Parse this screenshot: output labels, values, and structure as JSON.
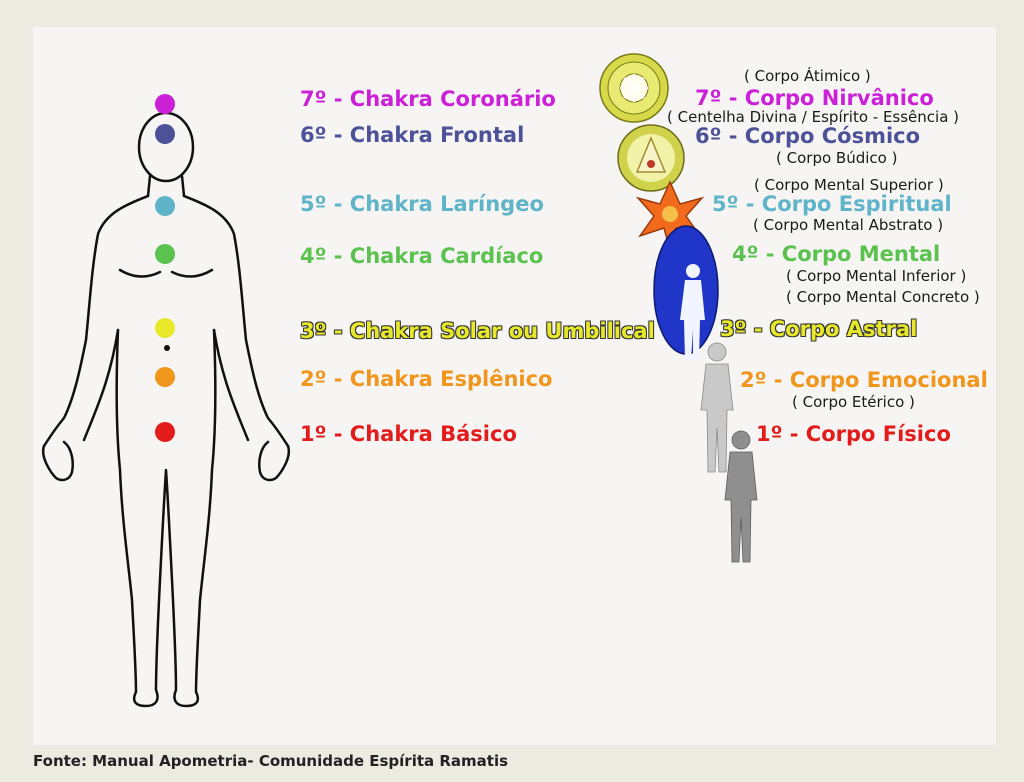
{
  "chakras": [
    {
      "label": "7º - Chakra Coronário",
      "color": "#cc1fd8"
    },
    {
      "label": "6º - Chakra Frontal",
      "color": "#4d5298"
    },
    {
      "label": "5º - Chakra Laríngeo",
      "color": "#5fb4c8"
    },
    {
      "label": "4º - Chakra Cardíaco",
      "color": "#5cc24f"
    },
    {
      "label": "3º - Chakra Solar ou Umbilical",
      "color": "#e8e82b"
    },
    {
      "label": "2º - Chakra Esplênico",
      "color": "#f0961c"
    },
    {
      "label": "1º - Chakra Básico",
      "color": "#e31b1b"
    }
  ],
  "bodies": [
    {
      "label": "7º - Corpo Nirvânico",
      "color": "#cc1fd8"
    },
    {
      "label": "6º - Corpo Cósmico",
      "color": "#4d5298"
    },
    {
      "label": "5º - Corpo Espiritual",
      "color": "#5fb4c8"
    },
    {
      "label": "4º - Corpo Mental",
      "color": "#5cc24f"
    },
    {
      "label": "3º - Corpo Astral",
      "color": "#e8e82b"
    },
    {
      "label": "2º - Corpo Emocional",
      "color": "#f0961c"
    },
    {
      "label": "1º - Corpo Físico",
      "color": "#e31b1b"
    }
  ],
  "notes": {
    "atomico": "( Corpo Átimico )",
    "centelha": "( Centelha Divina / Espírito - Essência )",
    "budico": "( Corpo Búdico )",
    "mental_superior": "( Corpo Mental Superior )",
    "mental_abstrato": "( Corpo Mental Abstrato )",
    "mental_inferior": "( Corpo Mental Inferior )",
    "mental_concreto": "( Corpo Mental Concreto )",
    "eterico": "( Corpo Etérico )"
  },
  "source": "Fonte: Manual Apometria- Comunidade Espírita Ramatis"
}
